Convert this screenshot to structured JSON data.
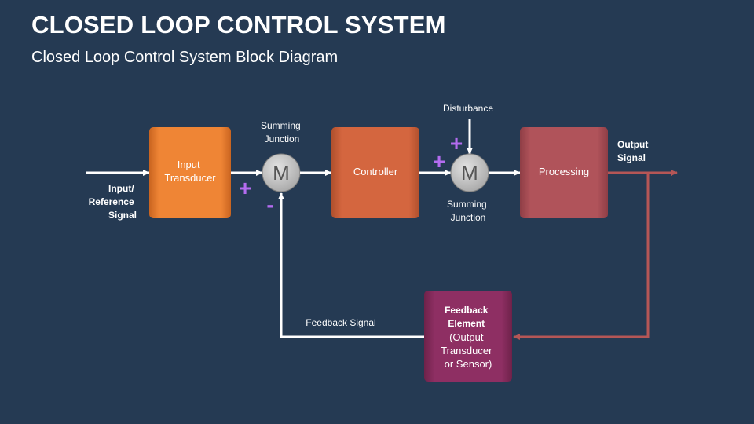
{
  "header": {
    "title": "CLOSED LOOP CONTROL SYSTEM",
    "subtitle": "Closed Loop Control System Block Diagram"
  },
  "diagram": {
    "input_label": [
      "Input/",
      "Reference",
      "Signal"
    ],
    "input_transducer": [
      "Input",
      "Transducer"
    ],
    "summing_junction_1_label": [
      "Summing",
      "Junction"
    ],
    "summing_junction_1_symbol": "M",
    "controller": "Controller",
    "disturbance": "Disturbance",
    "summing_junction_2_label": [
      "Summing",
      "Junction"
    ],
    "summing_junction_2_symbol": "M",
    "processing": "Processing",
    "output_label": [
      "Output",
      "Signal"
    ],
    "feedback_signal": "Feedback Signal",
    "feedback_element": [
      "Feedback",
      "Element",
      "(Output",
      "Transducer",
      "or Sensor)"
    ],
    "plus_sign": "+",
    "minus_sign": "-"
  },
  "colors": {
    "background": "#253a53",
    "input_transducer": "#ef8535",
    "controller": "#d4663f",
    "processing": "#b0535a",
    "feedback_element": "#8e2f63",
    "feedback_path": "#b55656",
    "sign": "#b46cf0",
    "arrow": "#ffffff"
  }
}
